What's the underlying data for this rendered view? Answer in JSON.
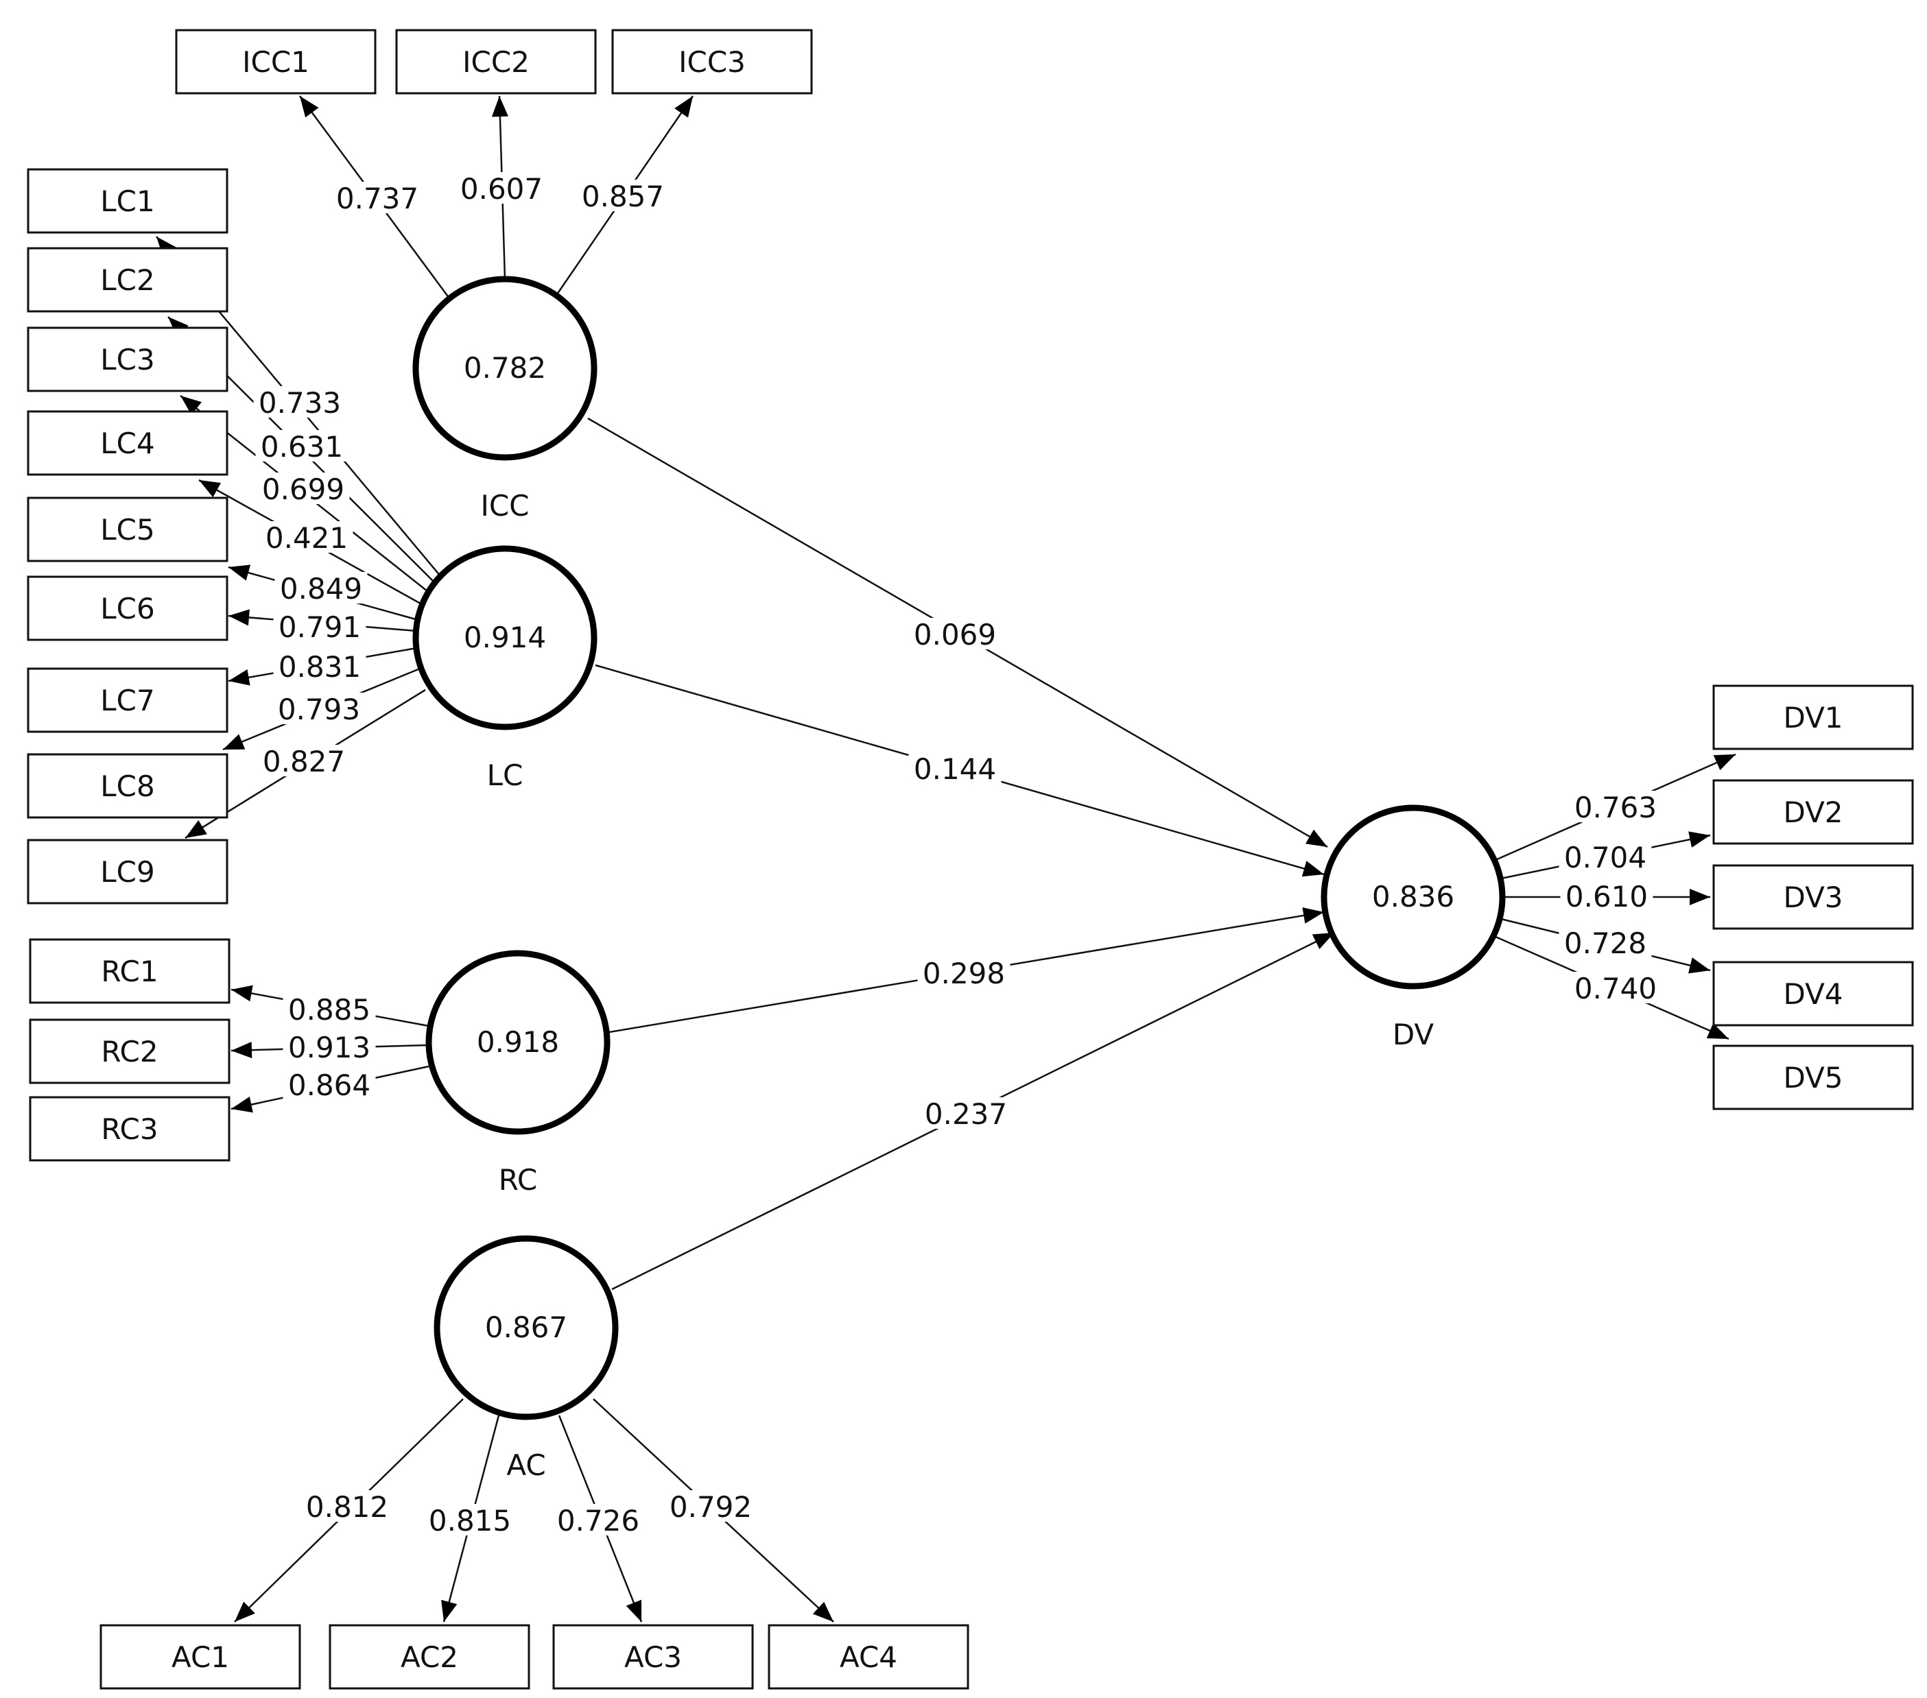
{
  "latents": [
    {
      "id": "ICC",
      "name": "ICC",
      "value": "0.782"
    },
    {
      "id": "LC",
      "name": "LC",
      "value": "0.914"
    },
    {
      "id": "RC",
      "name": "RC",
      "value": "0.918"
    },
    {
      "id": "AC",
      "name": "AC",
      "value": "0.867"
    },
    {
      "id": "DV",
      "name": "DV",
      "value": "0.836"
    }
  ],
  "indicators": [
    {
      "label": "ICC1",
      "latent": "ICC",
      "loading": "0.737"
    },
    {
      "label": "ICC2",
      "latent": "ICC",
      "loading": "0.607"
    },
    {
      "label": "ICC3",
      "latent": "ICC",
      "loading": "0.857"
    },
    {
      "label": "LC1",
      "latent": "LC",
      "loading": "0.733"
    },
    {
      "label": "LC2",
      "latent": "LC",
      "loading": "0.631"
    },
    {
      "label": "LC3",
      "latent": "LC",
      "loading": "0.699"
    },
    {
      "label": "LC4",
      "latent": "LC",
      "loading": "0.421"
    },
    {
      "label": "LC5",
      "latent": "LC",
      "loading": "0.849"
    },
    {
      "label": "LC6",
      "latent": "LC",
      "loading": "0.791"
    },
    {
      "label": "LC7",
      "latent": "LC",
      "loading": "0.831"
    },
    {
      "label": "LC8",
      "latent": "LC",
      "loading": "0.793"
    },
    {
      "label": "LC9",
      "latent": "LC",
      "loading": "0.827"
    },
    {
      "label": "RC1",
      "latent": "RC",
      "loading": "0.885"
    },
    {
      "label": "RC2",
      "latent": "RC",
      "loading": "0.913"
    },
    {
      "label": "RC3",
      "latent": "RC",
      "loading": "0.864"
    },
    {
      "label": "AC1",
      "latent": "AC",
      "loading": "0.812"
    },
    {
      "label": "AC2",
      "latent": "AC",
      "loading": "0.815"
    },
    {
      "label": "AC3",
      "latent": "AC",
      "loading": "0.726"
    },
    {
      "label": "AC4",
      "latent": "AC",
      "loading": "0.792"
    },
    {
      "label": "DV1",
      "latent": "DV",
      "loading": "0.763"
    },
    {
      "label": "DV2",
      "latent": "DV",
      "loading": "0.704"
    },
    {
      "label": "DV3",
      "latent": "DV",
      "loading": "0.610"
    },
    {
      "label": "DV4",
      "latent": "DV",
      "loading": "0.728"
    },
    {
      "label": "DV5",
      "latent": "DV",
      "loading": "0.740"
    }
  ],
  "paths": [
    {
      "from": "ICC",
      "to": "DV",
      "coef": "0.069"
    },
    {
      "from": "LC",
      "to": "DV",
      "coef": "0.144"
    },
    {
      "from": "RC",
      "to": "DV",
      "coef": "0.298"
    },
    {
      "from": "AC",
      "to": "DV",
      "coef": "0.237"
    }
  ]
}
